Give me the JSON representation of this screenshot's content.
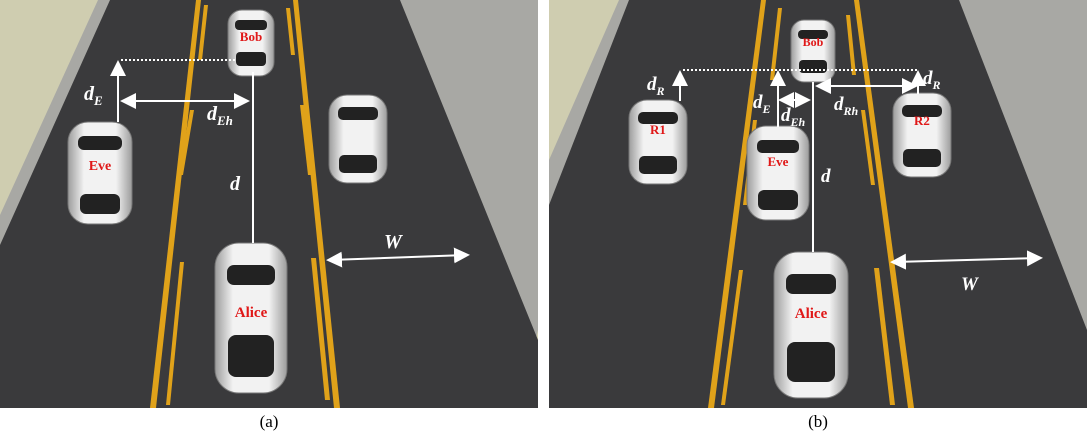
{
  "panels": [
    {
      "caption": "(a)",
      "cars": {
        "bob": "Bob",
        "eve": "Eve",
        "alice": "Alice"
      },
      "labels": {
        "dE_main": "d",
        "dE_sub": "E",
        "dEh_main": "d",
        "dEh_sub": "Eh",
        "d": "d",
        "W": "W"
      }
    },
    {
      "caption": "(b)",
      "cars": {
        "bob": "Bob",
        "eve": "Eve",
        "alice": "Alice",
        "r1": "R1",
        "r2": "R2"
      },
      "labels": {
        "dR1_main": "d",
        "dR1_sub": "R",
        "dR2_main": "d",
        "dR2_sub": "R",
        "dE_main": "d",
        "dE_sub": "E",
        "dEh_main": "d",
        "dEh_sub": "Eh",
        "dRh_main": "d",
        "dRh_sub": "Rh",
        "d": "d",
        "W": "W"
      }
    }
  ],
  "colors": {
    "asphalt": "#3a3a3c",
    "sidewalk": "#a8a8a4",
    "grass": "#cfcdb0",
    "lane_line": "#e0a21a",
    "label_red": "#e01818",
    "annotation": "#ffffff"
  }
}
